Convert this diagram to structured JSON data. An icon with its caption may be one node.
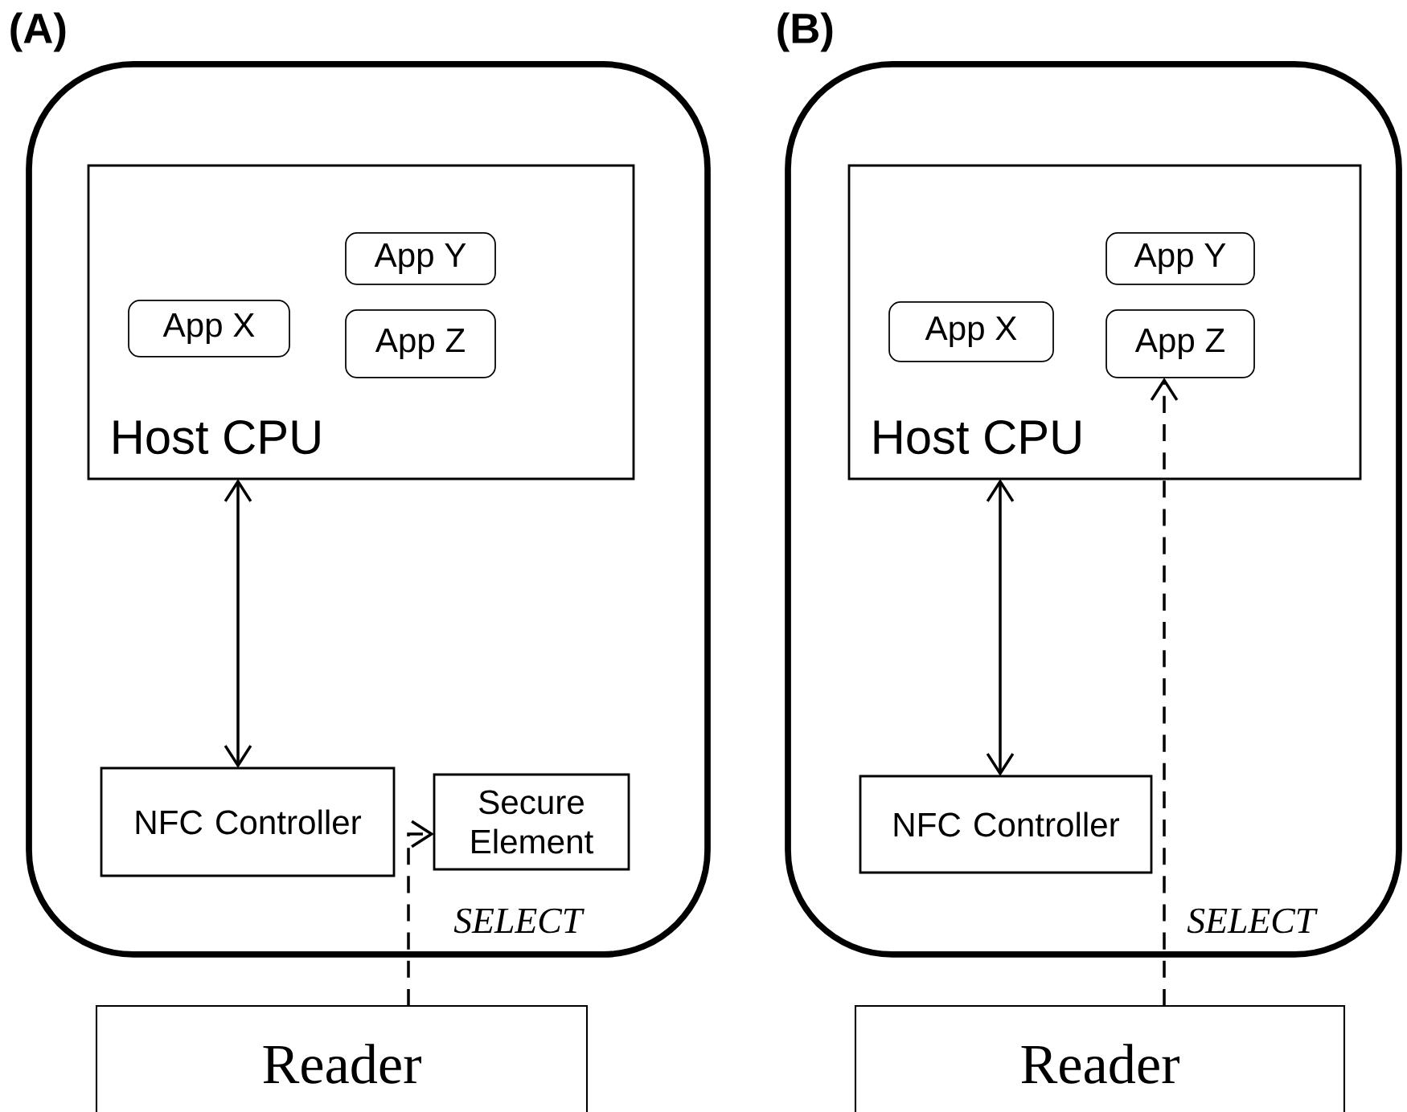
{
  "diagram": {
    "nodes": [
      {
        "text": [
          "(A)"
        ]
      },
      {
        "text": [
          "Host CPU"
        ],
        "in": 0
      },
      {
        "text": [
          "App X"
        ],
        "in": 1
      },
      {
        "text": [
          "App Y"
        ],
        "in": 1
      },
      {
        "text": [
          "App Z"
        ],
        "in": 1
      },
      {
        "text": [
          "NFC Controller"
        ],
        "in": 0
      },
      {
        "text": [
          "Secure Element"
        ],
        "in": 0
      },
      {
        "text": [
          "Reader"
        ]
      },
      {
        "text": [
          "(B)"
        ]
      },
      {
        "text": [
          "Host CPU"
        ],
        "in": 8
      },
      {
        "text": [
          "App X"
        ],
        "in": 9
      },
      {
        "text": [
          "App Y"
        ],
        "in": 9
      },
      {
        "text": [
          "App Z"
        ],
        "in": 9
      },
      {
        "text": [
          "NFC Controller"
        ],
        "in": 8
      },
      {
        "text": [
          "Reader"
        ]
      }
    ],
    "edges": [
      {
        "from": 1,
        "to": 5,
        "arrow": "both"
      },
      {
        "from": 7,
        "to": 6,
        "arrow": "to",
        "style": "dashed",
        "label": "SELECT"
      },
      {
        "from": 9,
        "to": 13,
        "arrow": "both"
      },
      {
        "from": 14,
        "to": 12,
        "arrow": "to",
        "style": "dashed",
        "label": "SELECT"
      }
    ]
  }
}
